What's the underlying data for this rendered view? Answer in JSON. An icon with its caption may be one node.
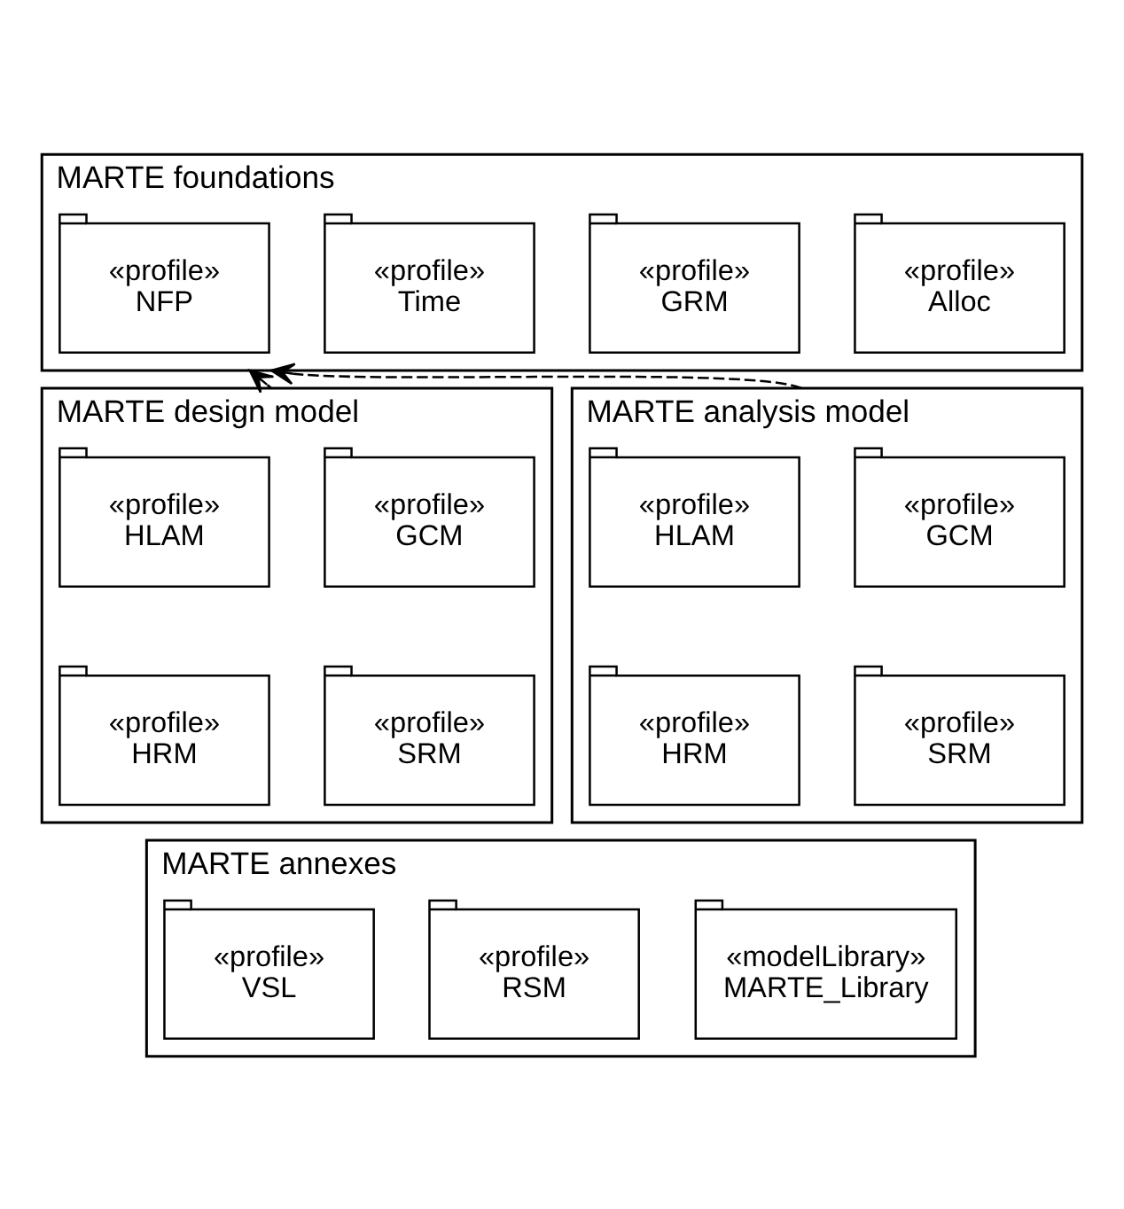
{
  "diagram": {
    "nodes": [
      {
        "text": [
          "MARTE foundations"
        ]
      },
      {
        "text": [
          "«profile»",
          "NFP"
        ],
        "in": 0
      },
      {
        "text": [
          "«profile»",
          "Time"
        ],
        "in": 0
      },
      {
        "text": [
          "«profile»",
          "GRM"
        ],
        "in": 0
      },
      {
        "text": [
          "«profile»",
          "Alloc"
        ],
        "in": 0
      },
      {
        "text": [
          "MARTE design model"
        ]
      },
      {
        "text": [
          "«profile»",
          "GCM"
        ],
        "in": 5
      },
      {
        "text": [
          "«profile»",
          "HLAM"
        ],
        "in": 5
      },
      {
        "text": [
          "«profile»",
          "SRM"
        ],
        "in": 5
      },
      {
        "text": [
          "«profile»",
          "HRM"
        ],
        "in": 5
      },
      {
        "text": [
          "MARTE analysis model"
        ]
      },
      {
        "text": [
          "«profile»",
          "GCM"
        ],
        "in": 10
      },
      {
        "text": [
          "«profile»",
          "HLAM"
        ],
        "in": 10
      },
      {
        "text": [
          "«profile»",
          "SRM"
        ],
        "in": 10
      },
      {
        "text": [
          "«profile»",
          "HRM"
        ],
        "in": 10
      },
      {
        "text": [
          "MARTE annexes"
        ]
      },
      {
        "text": [
          "«profile»",
          "VSL"
        ],
        "in": 15
      },
      {
        "text": [
          "«profile»",
          "RSM"
        ],
        "in": 15
      },
      {
        "text": [
          "«modelLibrary»",
          "MARTE_Library"
        ],
        "in": 15
      }
    ],
    "edges": [
      {
        "from": 5,
        "to": 0,
        "arrow": "to",
        "style": "dashed"
      },
      {
        "from": 10,
        "to": 0,
        "arrow": "to",
        "style": "dashed"
      }
    ]
  }
}
